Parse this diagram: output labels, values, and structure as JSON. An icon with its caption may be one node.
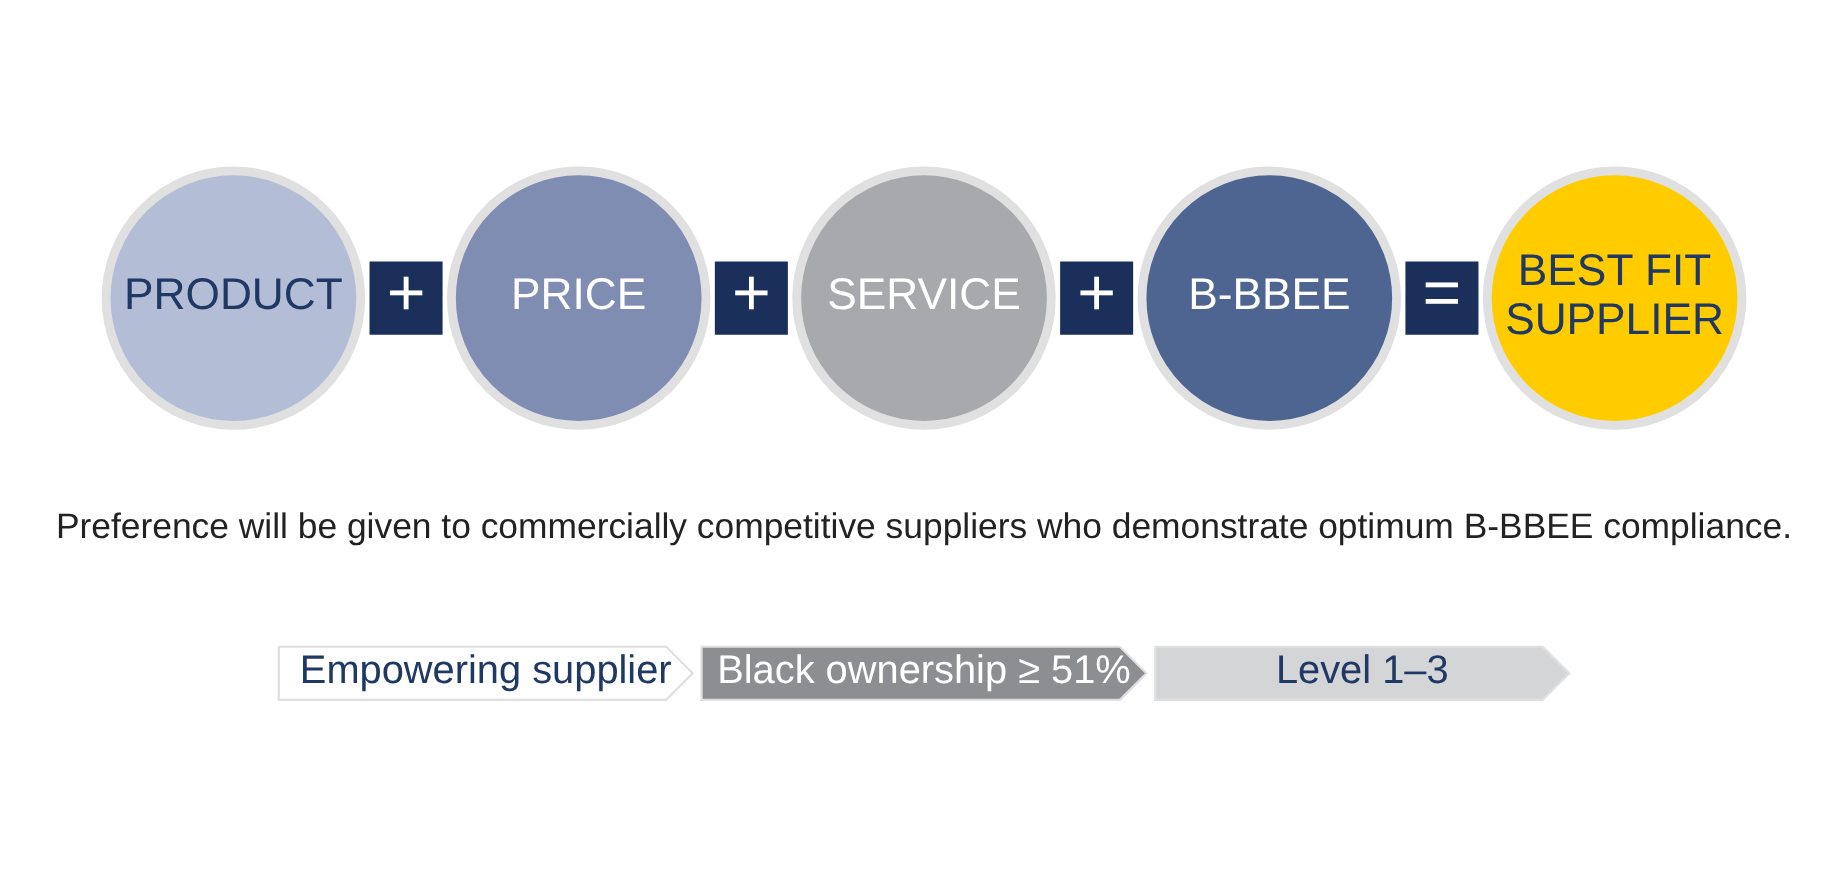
{
  "diagram": {
    "nodes": [
      {
        "text": [
          "PRODUCT"
        ]
      },
      {
        "text": [
          "+"
        ]
      },
      {
        "text": [
          "PRICE"
        ]
      },
      {
        "text": [
          "+"
        ]
      },
      {
        "text": [
          "SERVICE"
        ]
      },
      {
        "text": [
          "+"
        ]
      },
      {
        "text": [
          "B-BBEE"
        ]
      },
      {
        "text": [
          "="
        ]
      },
      {
        "text": [
          "BEST FIT SUPPLIER"
        ]
      },
      {
        "text": [
          "Empowering supplier"
        ]
      },
      {
        "text": [
          "Black ownership ≥ 51%"
        ]
      },
      {
        "text": [
          "Level 1–3"
        ]
      }
    ],
    "labels": [
      "Preference will be given to commercially competitive suppliers who demonstrate optimum B-BBEE compliance."
    ]
  }
}
